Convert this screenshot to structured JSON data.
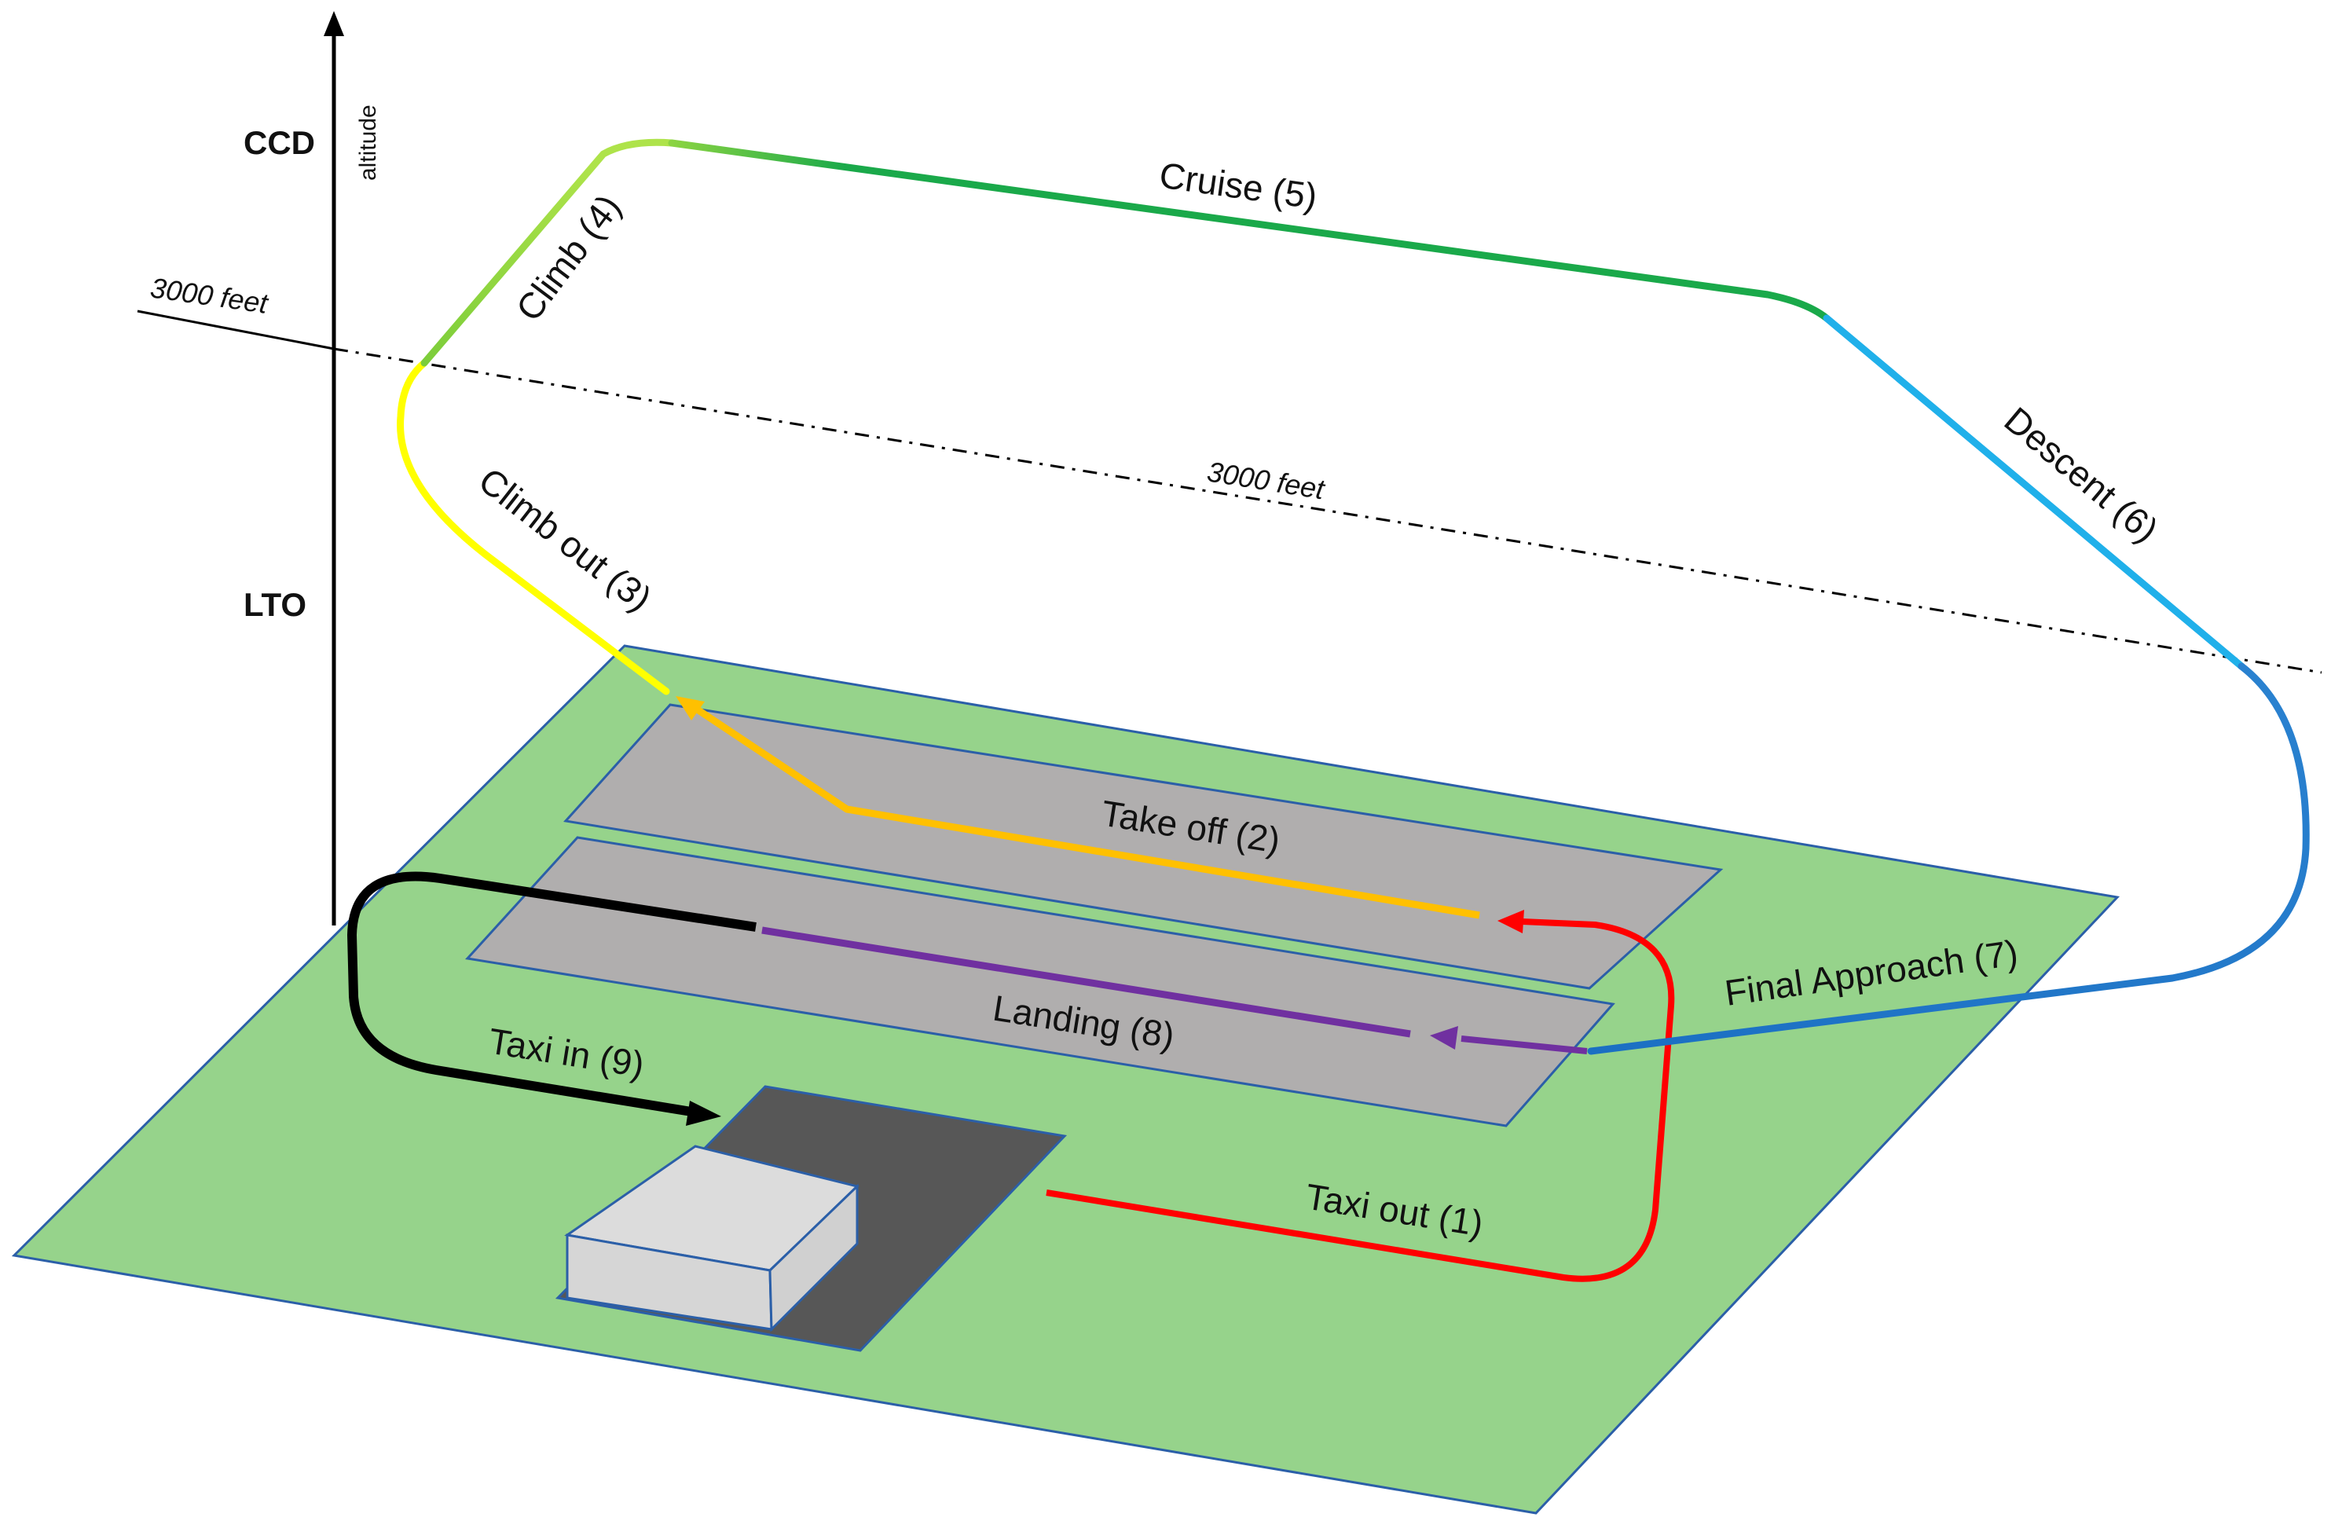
{
  "axis": {
    "label": "altitude",
    "ccd_label": "CCD",
    "lto_label": "LTO"
  },
  "threshold": {
    "left_label": "3000 feet",
    "center_label": "3000 feet"
  },
  "phases": {
    "taxi_out": "Taxi out (1)",
    "take_off": "Take off (2)",
    "climb_out": "Climb out (3)",
    "climb": "Climb (4)",
    "cruise": "Cruise (5)",
    "descent": "Descent (6)",
    "final_approach": "Final Approach (7)",
    "landing": "Landing (8)",
    "taxi_in": "Taxi in (9)"
  },
  "colors": {
    "ground": "#96d38b",
    "runway": "#b0aeae",
    "apron": "#575757",
    "outline": "#2b5fa8",
    "taxi_out": "#ff0000",
    "take_off": "#ffc000",
    "climb_out": "#ffff00",
    "climb": "#70c83c",
    "cruise": "#18a84a",
    "descent": "#20b0ea",
    "final_approach": "#1f72c4",
    "landing": "#7030a0",
    "taxi_in": "#000000"
  }
}
